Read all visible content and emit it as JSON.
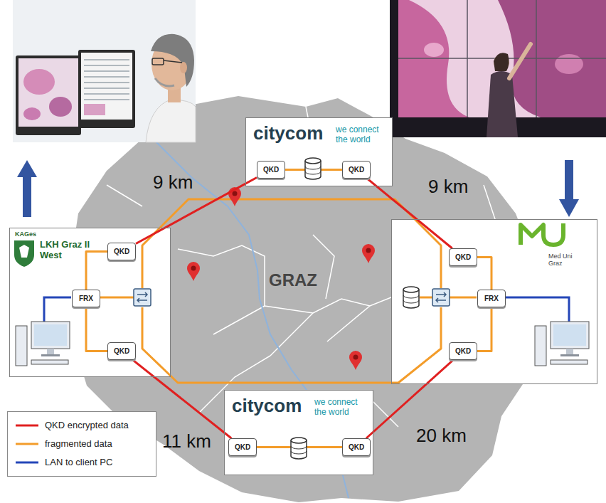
{
  "diagram": {
    "nodes": [
      {
        "text": [
          "citycom",
          "we connect the world"
        ]
      },
      {
        "text": [
          "QKD"
        ],
        "in": 0
      },
      {
        "text": [
          "QKD"
        ],
        "in": 0
      },
      {
        "text": [
          "KAGes",
          "LKH Graz II West"
        ]
      },
      {
        "text": [
          "QKD"
        ],
        "in": 3
      },
      {
        "text": [
          "FRX"
        ],
        "in": 3
      },
      {
        "text": [
          "QKD"
        ],
        "in": 3
      },
      {
        "text": [
          "Med Uni Graz"
        ]
      },
      {
        "text": [
          "QKD"
        ],
        "in": 7
      },
      {
        "text": [
          "FRX"
        ],
        "in": 7
      },
      {
        "text": [
          "QKD"
        ],
        "in": 7
      },
      {
        "text": [
          "citycom",
          "we connect the world"
        ]
      },
      {
        "text": [
          "QKD"
        ],
        "in": 11
      },
      {
        "text": [
          "QKD"
        ],
        "in": 11
      }
    ],
    "edges": [
      {
        "from": 4,
        "to": 1,
        "arrow": "none",
        "label": "9 km"
      },
      {
        "from": 2,
        "to": 8,
        "arrow": "none",
        "label": "9 km"
      },
      {
        "from": 6,
        "to": 12,
        "arrow": "none",
        "label": "11 km"
      },
      {
        "from": 13,
        "to": 10,
        "arrow": "none",
        "label": "20 km"
      },
      {
        "from": 1,
        "to": 2,
        "arrow": "none"
      },
      {
        "from": 5,
        "to": 4,
        "arrow": "none"
      },
      {
        "from": 5,
        "to": 6,
        "arrow": "none"
      },
      {
        "from": 9,
        "to": 8,
        "arrow": "none"
      },
      {
        "from": 9,
        "to": 10,
        "arrow": "none"
      },
      {
        "from": 12,
        "to": 13,
        "arrow": "none"
      }
    ],
    "labels": [
      "GRAZ"
    ],
    "legend": [
      {
        "text": "QKD encrypted data"
      },
      {
        "text": "fragmented data"
      },
      {
        "text": "LAN to client PC"
      }
    ]
  }
}
